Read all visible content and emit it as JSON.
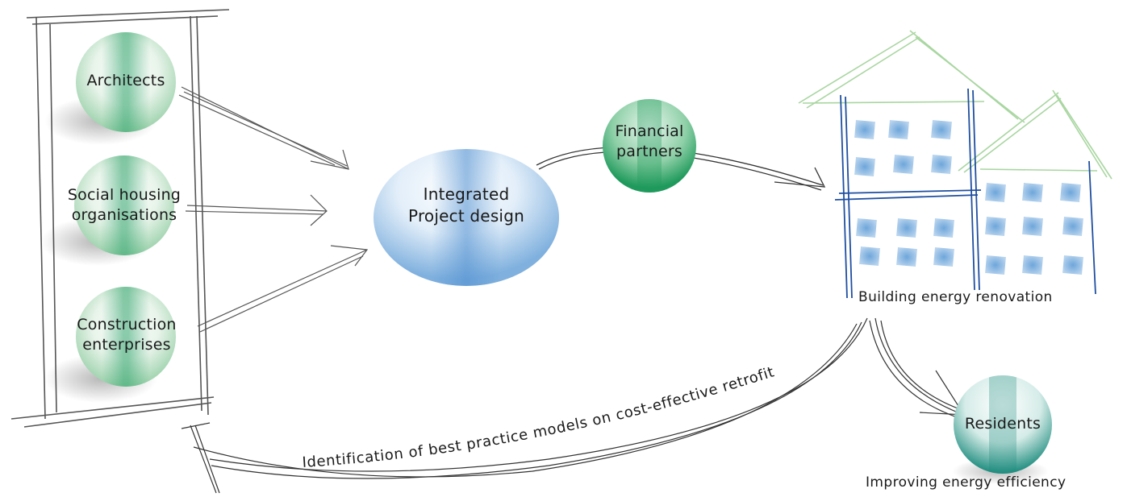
{
  "actors": [
    {
      "id": "architects",
      "label": "Architects"
    },
    {
      "id": "social-housing",
      "label": "Social housing\norganisations"
    },
    {
      "id": "construction",
      "label": "Construction\nenterprises"
    }
  ],
  "center": {
    "label": "Integrated\nProject design"
  },
  "partner": {
    "label": "Financial\npartners"
  },
  "building": {
    "caption": "Building energy renovation"
  },
  "residents": {
    "label": "Residents",
    "caption": "Improving energy efficiency"
  },
  "feedback": {
    "label": "Identification of best practice models on cost-effective retrofit"
  },
  "colors": {
    "green": "#2fa36b",
    "blue": "#4f8fd0",
    "teal": "#1d8c7e",
    "frame": "#555555",
    "house_green": "#a8d6a0",
    "house_blue": "#1f4fa0",
    "window": "#8fb8df"
  }
}
